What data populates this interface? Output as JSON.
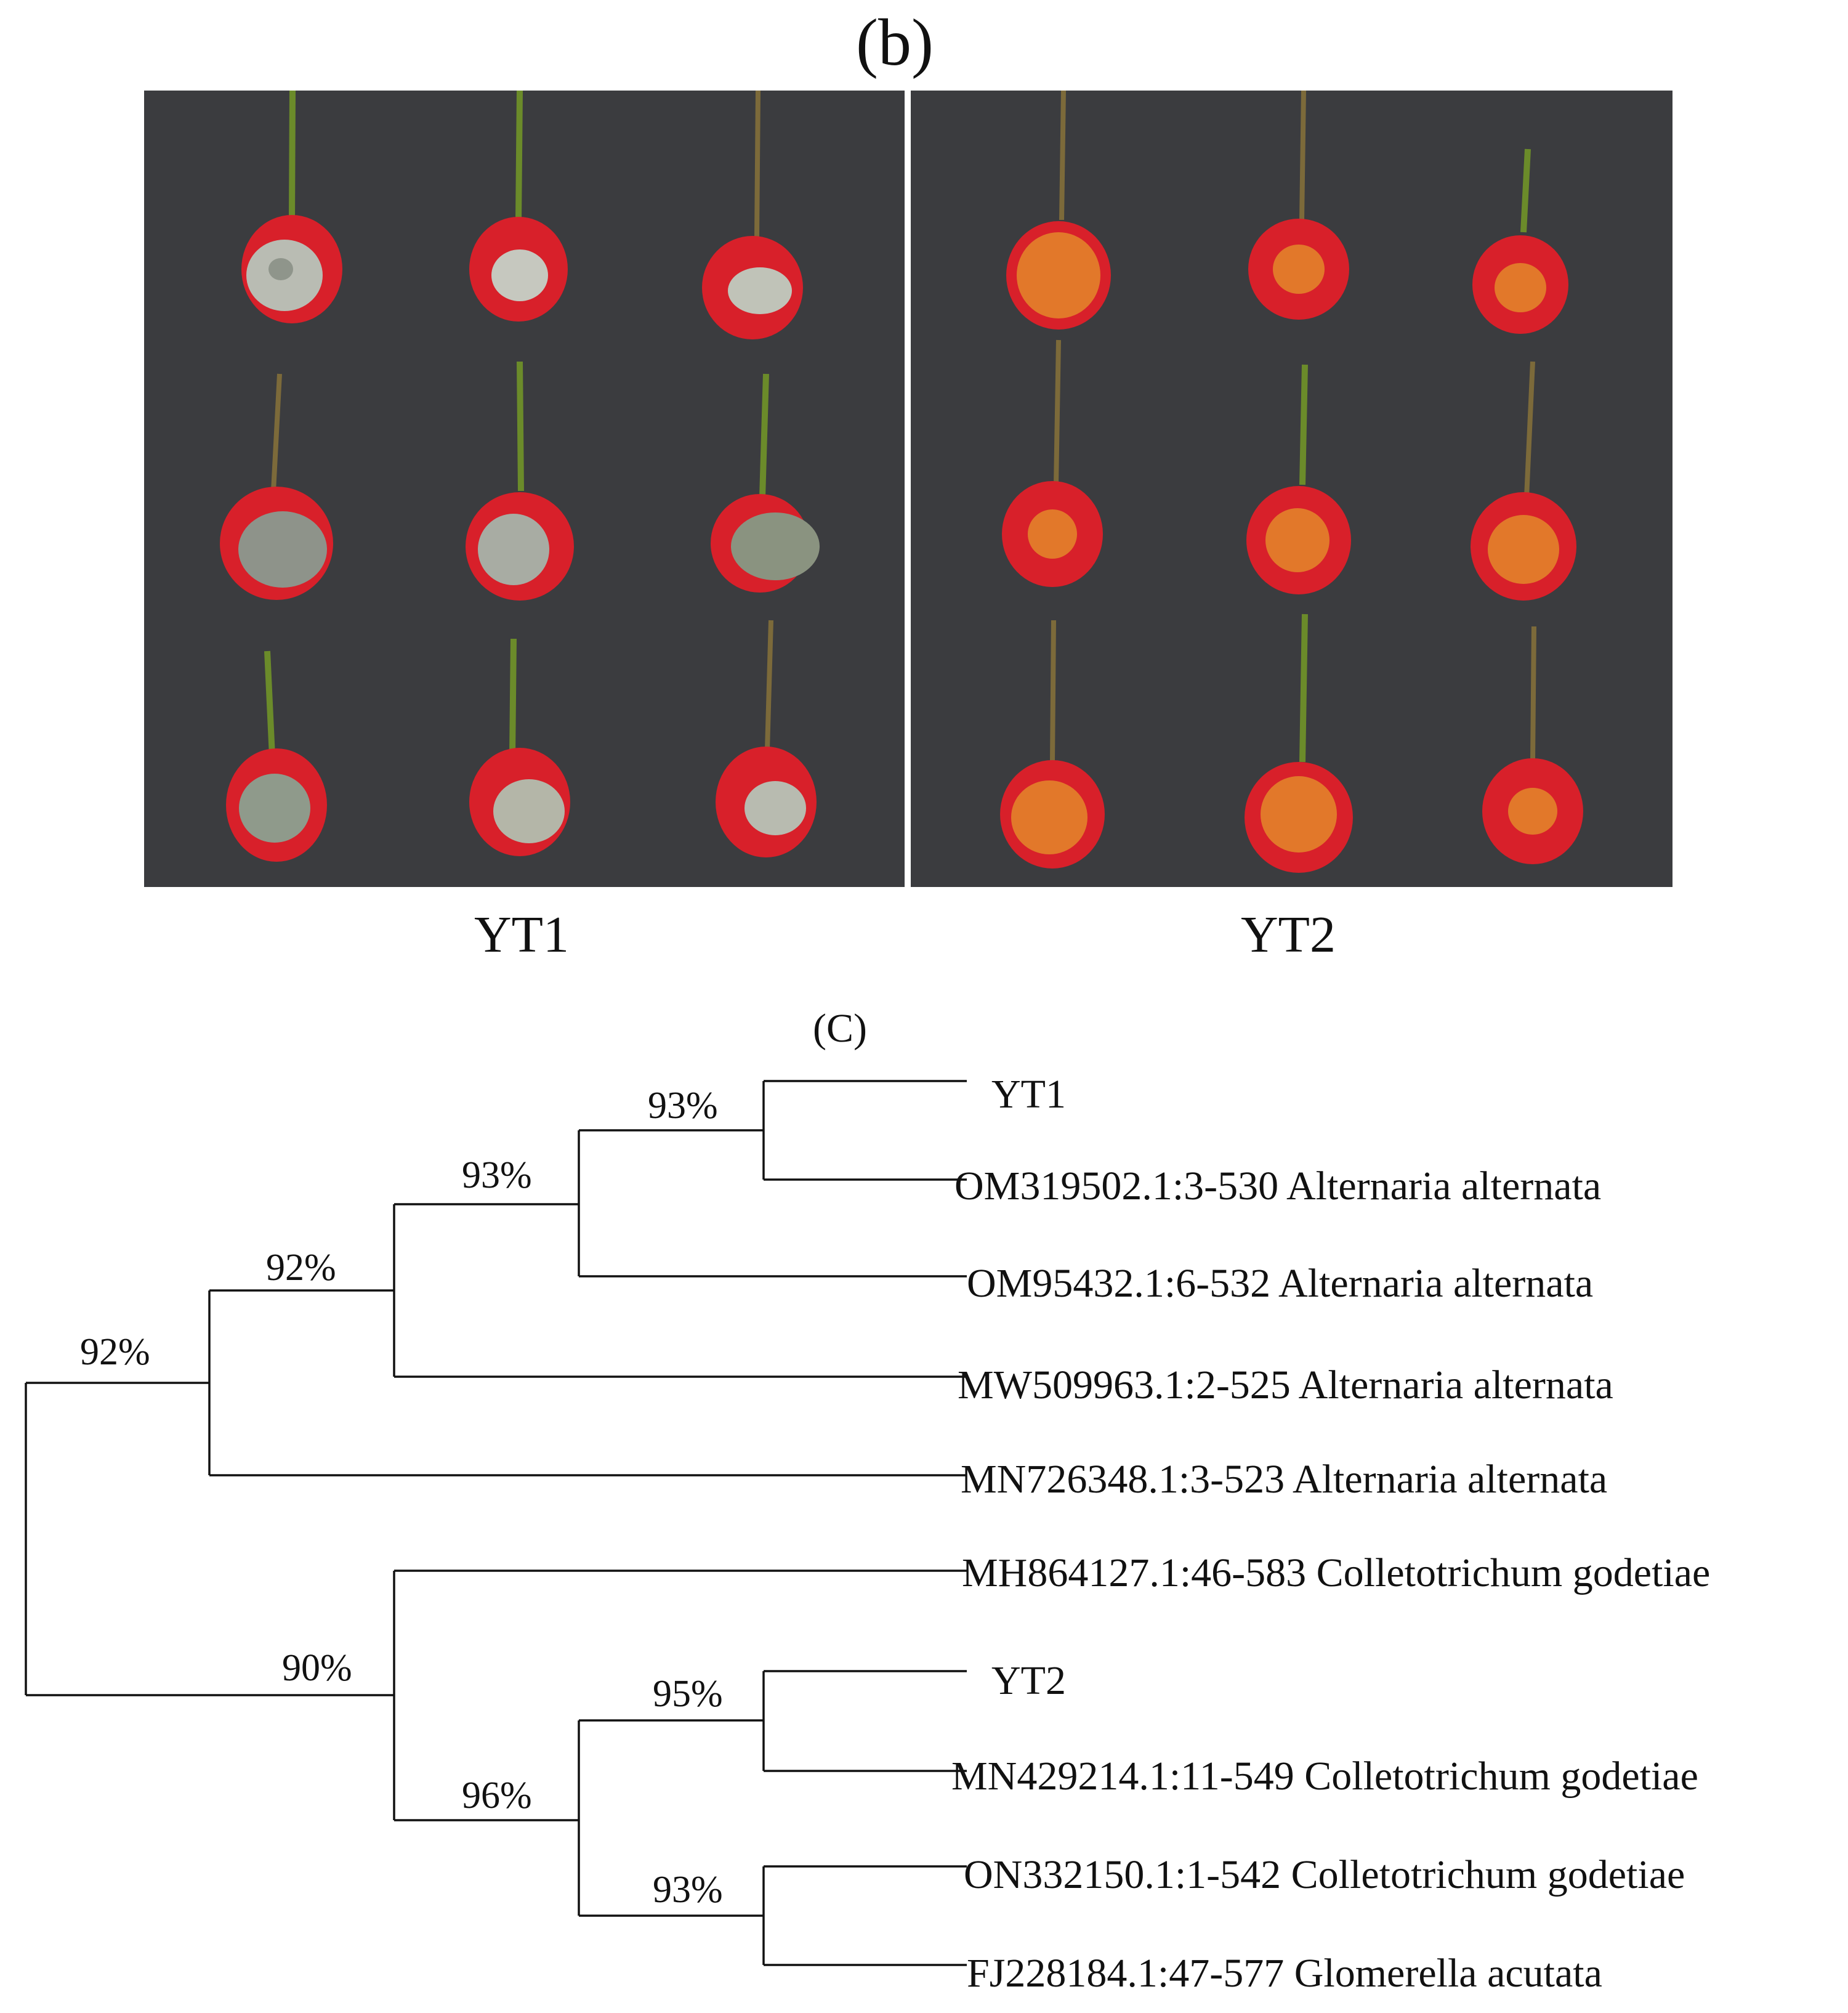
{
  "figure": {
    "panel_b_label": "(b)",
    "panel_c_label": "(C)"
  },
  "photos": [
    {
      "caption": "YT1",
      "lesion_type": "grey-mould",
      "fruit_count": 9
    },
    {
      "caption": "YT2",
      "lesion_type": "orange-rot",
      "fruit_count": 9
    }
  ],
  "tree": {
    "taxa": [
      "YT1",
      "OM319502.1:3-530 Alternaria alternata",
      "OM95432.1:6-532 Alternaria alternata",
      "MW509963.1:2-525 Alternaria alternata",
      "MN726348.1:3-523 Alternaria alternata",
      "MH864127.1:46-583 Colletotrichum godetiae",
      "YT2",
      "MN429214.1:11-549 Colletotrichum godetiae",
      "ON332150.1:1-542 Colletotrichum godetiae",
      "FJ228184.1:47-577 Glomerella acutata"
    ],
    "bootstrap": [
      "93%",
      "93%",
      "92%",
      "92%",
      "90%",
      "96%",
      "95%",
      "93%"
    ]
  },
  "colors": {
    "photo_background": "#3b3c3f",
    "cherry_red": "#d8202a",
    "yt1_lesion": "#b9bcb3",
    "yt2_lesion": "#e2782a"
  }
}
